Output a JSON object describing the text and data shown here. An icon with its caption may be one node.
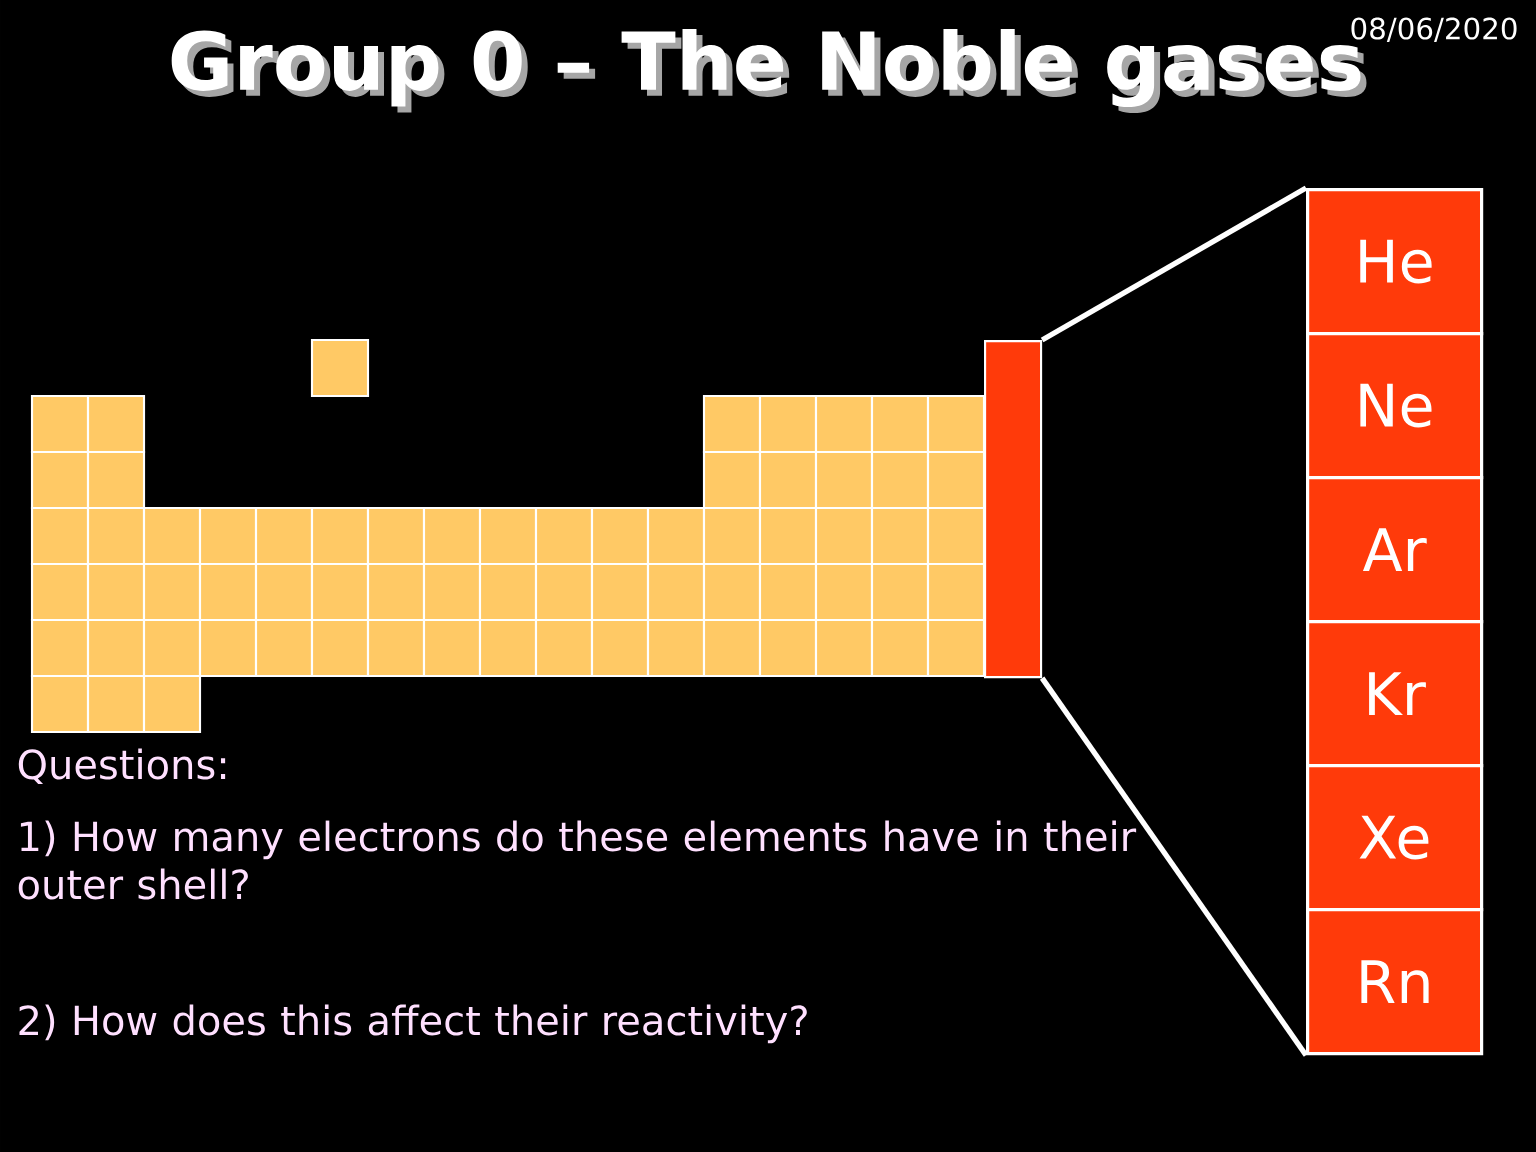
{
  "diagram": {
    "title": "Group 0 – The Noble gases",
    "nodes": [
      {
        "text": [],
        "shape": "bar"
      },
      {
        "text": [
          "He"
        ]
      },
      {
        "text": [
          "Ne"
        ]
      },
      {
        "text": [
          "Ar"
        ]
      },
      {
        "text": [
          "Kr"
        ]
      },
      {
        "text": [
          "Xe"
        ]
      },
      {
        "text": [
          "Rn"
        ]
      }
    ],
    "edges": [
      {
        "from": 0,
        "to": 1,
        "arrow": "none"
      },
      {
        "from": 0,
        "to": 6,
        "arrow": "none"
      }
    ],
    "labels": [
      "08/06/2020",
      "Questions:",
      "1) How many electrons do these elements have in their outer shell?",
      "2) How does this affect their reactivity?"
    ]
  }
}
